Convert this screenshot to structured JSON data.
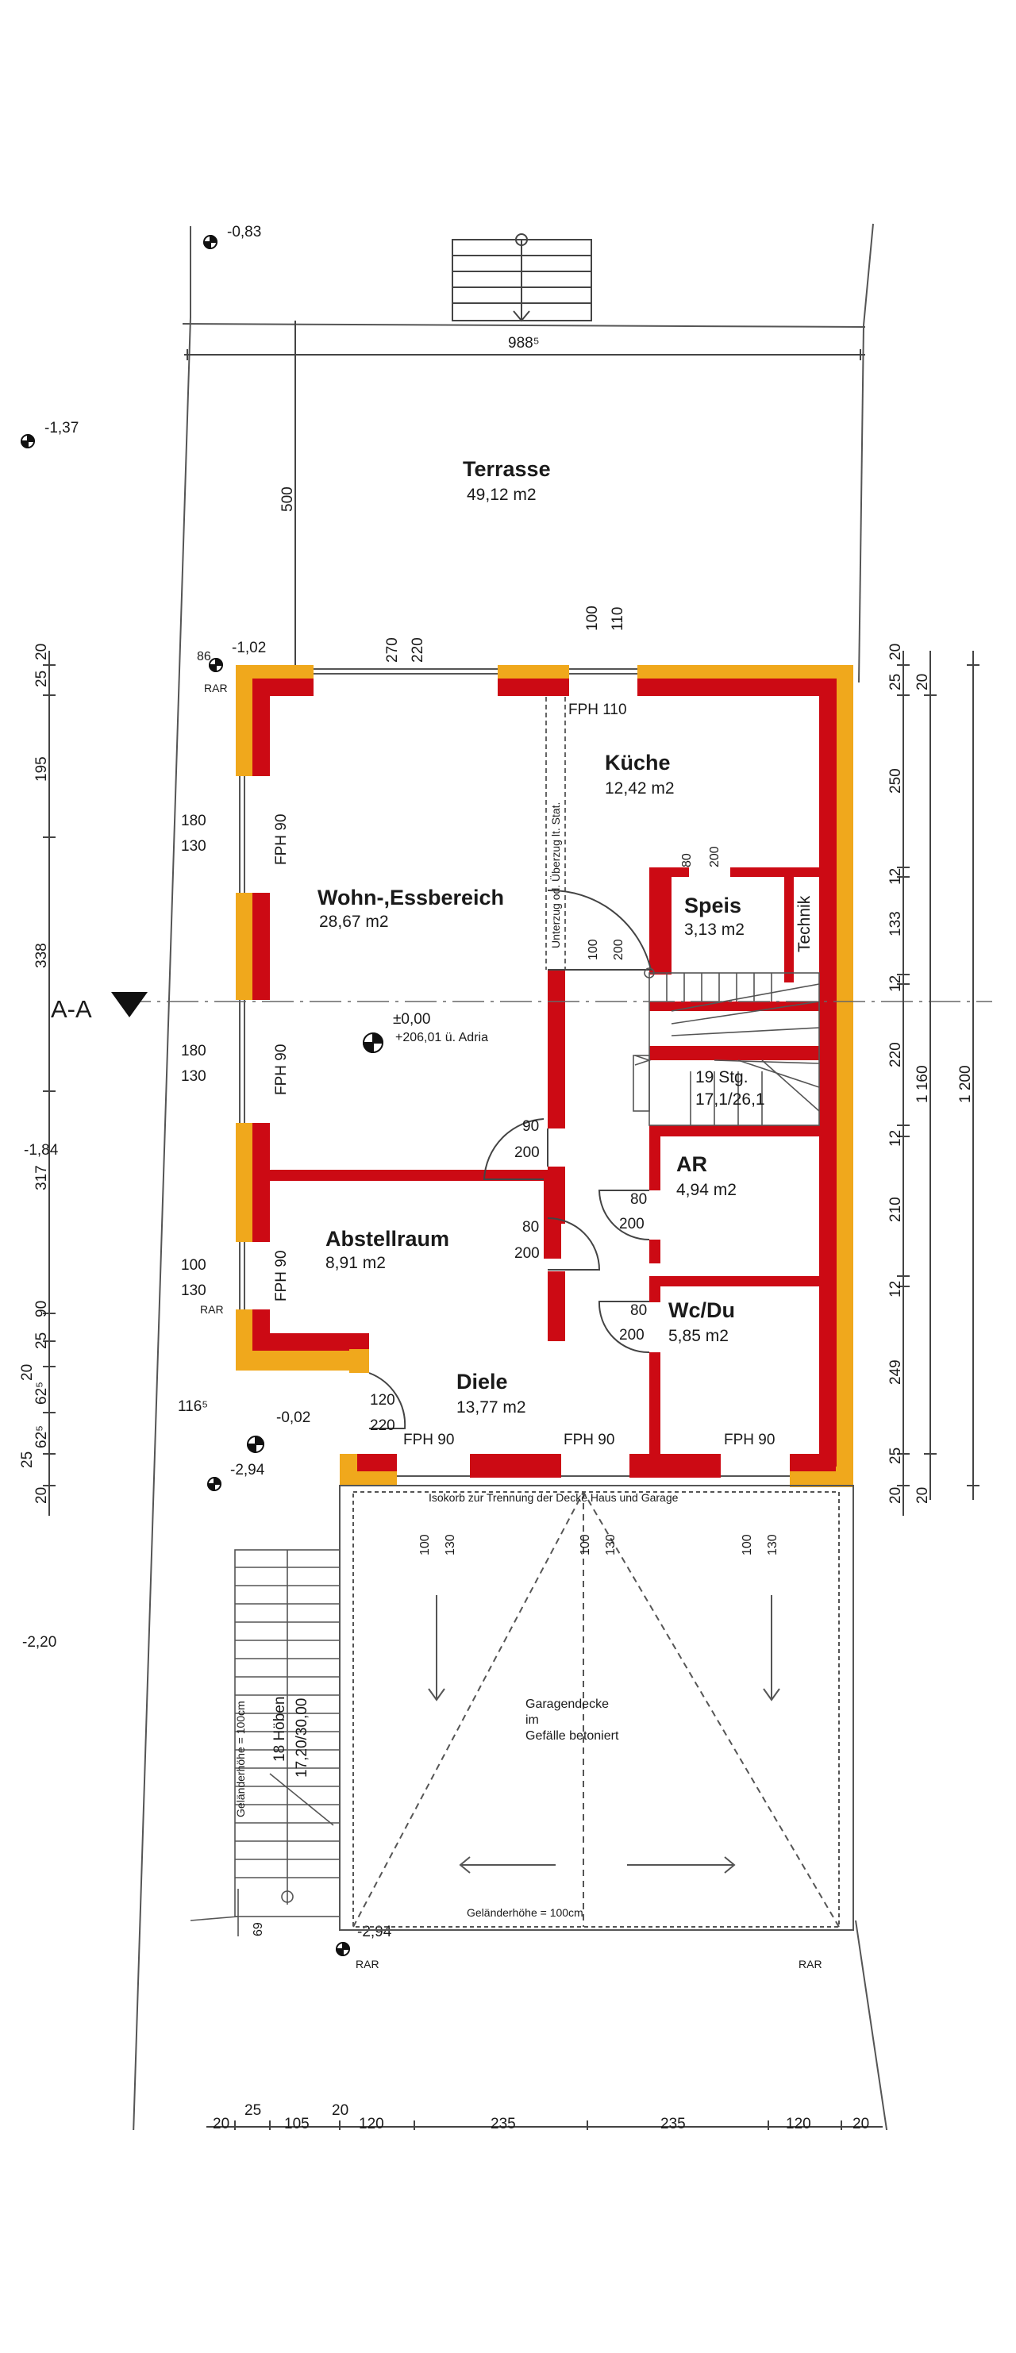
{
  "rooms": {
    "terrasse": {
      "name": "Terrasse",
      "area": "49,12 m2"
    },
    "wohn": {
      "name": "Wohn-,Essbereich",
      "area": "28,67 m2"
    },
    "kueche": {
      "name": "Küche",
      "area": "12,42 m2"
    },
    "speis": {
      "name": "Speis",
      "area": "3,13 m2"
    },
    "technik": {
      "name": "Technik"
    },
    "ar": {
      "name": "AR",
      "area": "4,94 m2"
    },
    "abstell": {
      "name": "Abstellraum",
      "area": "8,91 m2"
    },
    "wc": {
      "name": "Wc/Du",
      "area": "5,85 m2"
    },
    "diele": {
      "name": "Diele",
      "area": "13,77 m2"
    }
  },
  "stair": {
    "steps": "19 Stg.",
    "ratio": "17,1/26,1"
  },
  "labels": {
    "unterzug": "Unterzug od. Überzug lt. Stat.",
    "isokorb": "Isokorb zur Trennung der Decke Haus und Garage",
    "garage_l1": "Garagendecke",
    "garage_l2": "im",
    "garage_l3": "Gefälle betoniert",
    "gelaender_bottom": "Geländerhöhe = 100cm",
    "gelaender_side": "Geländerhöhe = 100cm",
    "ext_stairs_1": "18 Höben",
    "ext_stairs_2": "17,20/30,00",
    "section": "A-A",
    "zero": "±0,00",
    "adria": "+206,01 ü. Adria",
    "rar": "RAR",
    "fph110": "FPH 110",
    "fph90": "FPH 90",
    "l69": "69"
  },
  "levels": {
    "l083": "-0,83",
    "l137": "-1,37",
    "l102": "-1,02",
    "l184": "-1,84",
    "l002": "-0,02",
    "l294a": "-2,94",
    "l220": "-2,20",
    "l294b": "-2,94"
  },
  "dims": {
    "d988": "988⁵",
    "d500": "500",
    "d270": "270",
    "d220": "220",
    "d100": "100",
    "d110": "110",
    "d86": "86",
    "w180": "180",
    "w130": "130",
    "w100": "100",
    "d80": "80",
    "d200": "200",
    "d90": "90",
    "d120": "120",
    "d1165": "116⁵",
    "l20": "20",
    "l25": "25",
    "l195": "195",
    "l338": "338",
    "l317": "317",
    "l90": "90",
    "l625": "62⁵",
    "r250": "250",
    "r12": "12",
    "r133": "133",
    "r220": "220",
    "r210": "210",
    "r249": "249",
    "t1160": "1 160",
    "t1200": "1 200",
    "b105": "105",
    "b120": "120",
    "b235": "235"
  }
}
